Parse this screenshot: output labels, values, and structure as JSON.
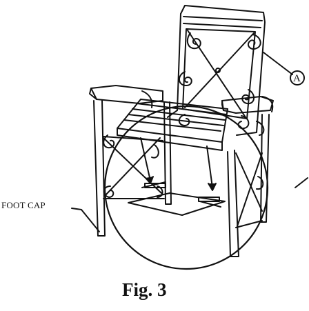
{
  "labels": {
    "foot_cap": "FOOT CAP",
    "callout_a": "A"
  },
  "caption": "Fig. 3",
  "icons": {
    "assembly": "chair-assembly-illustration",
    "magnifier": "detail-circle",
    "arrows": "arrow-down"
  },
  "colors": {
    "ink": "#111111",
    "background": "#ffffff"
  }
}
